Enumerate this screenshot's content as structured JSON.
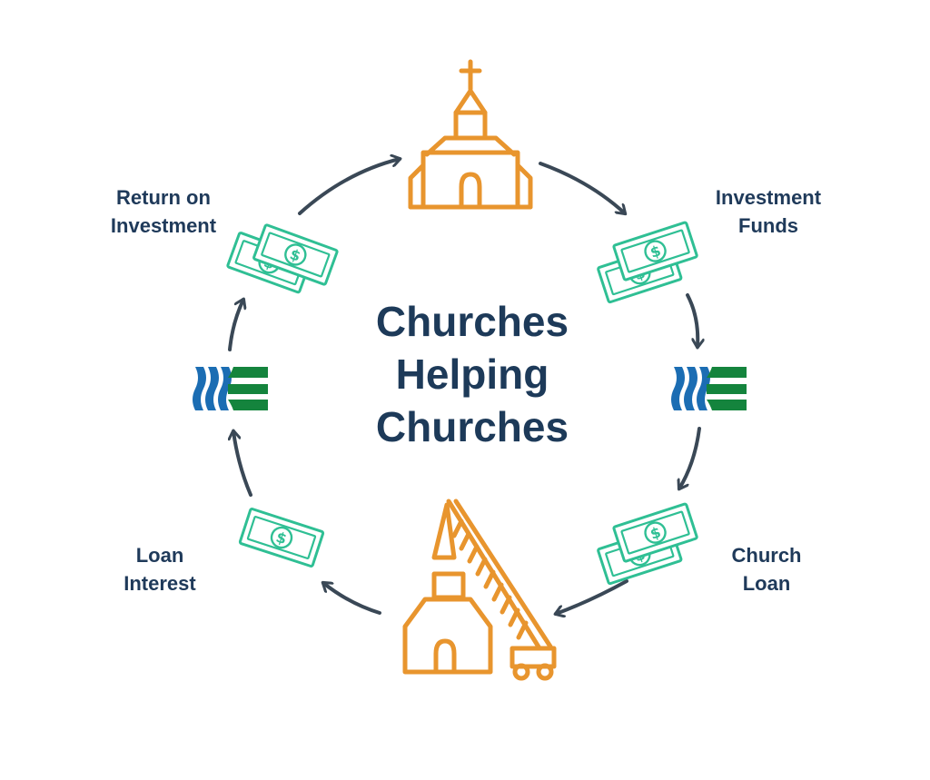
{
  "title": [
    "Churches",
    "Helping",
    "Churches"
  ],
  "labels": {
    "return_on_investment": [
      "Return on",
      "Investment"
    ],
    "investment_funds": [
      "Investment",
      "Funds"
    ],
    "church_loan": [
      "Church",
      "Loan"
    ],
    "loan_interest": [
      "Loan",
      "Interest"
    ]
  },
  "icons": {
    "top": "church-icon",
    "bottom": "church-construction-crane-icon",
    "money": "dollar-bill-icon",
    "logo": "wave-stripes-logo-icon"
  },
  "colors": {
    "text": "#1f3a5a",
    "church": "#e8952e",
    "money": "#2fbf94",
    "logo_blue": "#1b6db3",
    "logo_green": "#14843d",
    "arrow": "#3a4856"
  }
}
